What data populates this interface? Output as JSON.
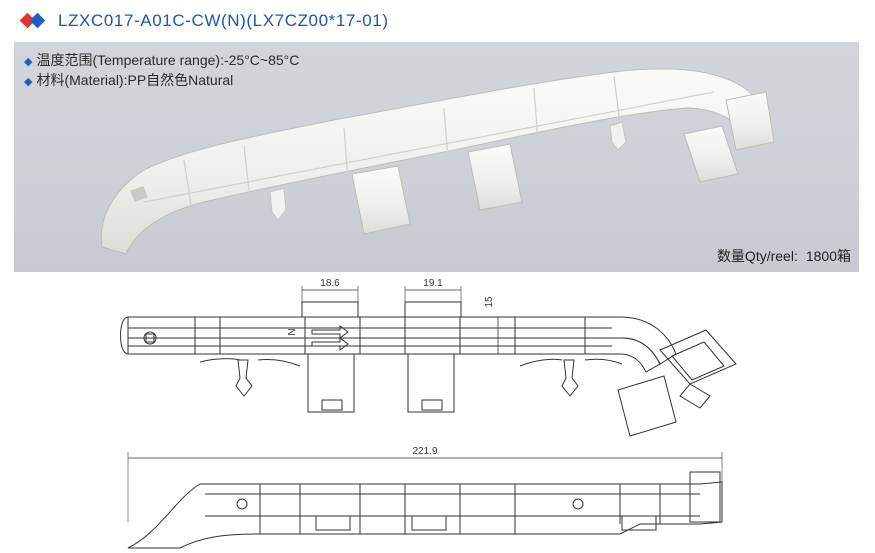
{
  "header": {
    "part_number": "LZXC017-A01C-CW(N)(LX7CZ00*17-01)"
  },
  "specs": [
    {
      "text": "温度范围(Temperature range):-25°C~85°C"
    },
    {
      "text": "材料(Material):PP自然色Natural"
    }
  ],
  "quantity": {
    "label": "数量Qty/reel:",
    "value": "1800箱"
  },
  "drawing": {
    "dim_clip_width_1": "18.6",
    "dim_clip_width_2": "19.1",
    "dim_height": "15",
    "dim_total_length": "221.9",
    "marker_letter": "N"
  },
  "colors": {
    "title_blue": "#1d56b0",
    "logo_red": "#e3342b",
    "logo_blue": "#1f5fbf",
    "panel_gray": "#cdd0d6"
  }
}
